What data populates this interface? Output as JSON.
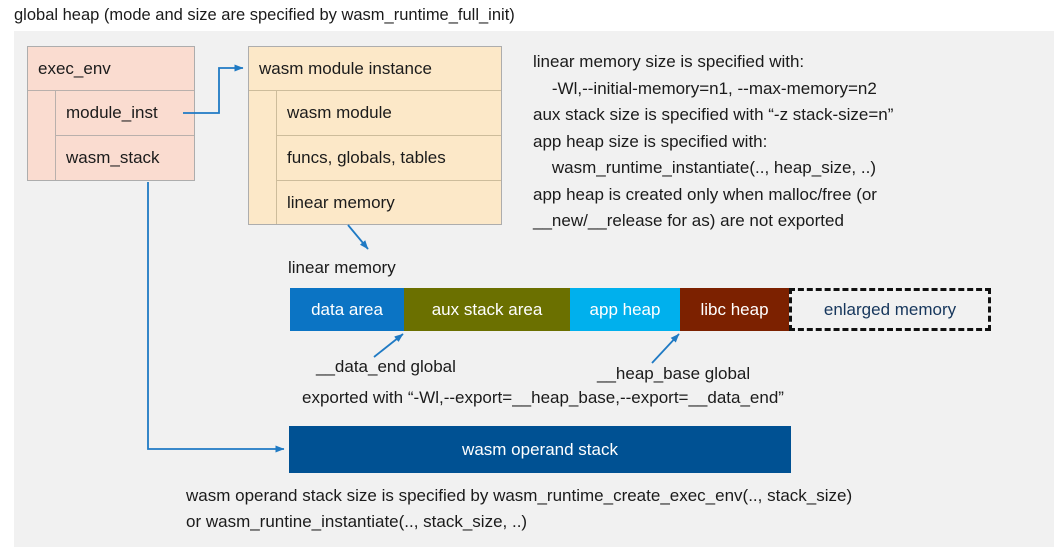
{
  "title": "global heap (mode and size are specified by wasm_runtime_full_init)",
  "exec_env": {
    "header": "exec_env",
    "rows": [
      {
        "label": "module_inst"
      },
      {
        "label": "wasm_stack"
      }
    ]
  },
  "module_instance": {
    "header": "wasm module instance",
    "rows": [
      {
        "label": "wasm module"
      },
      {
        "label": "funcs, globals, tables"
      },
      {
        "label": "linear memory"
      }
    ]
  },
  "right_note": "linear memory size is specified with:\n    -Wl,--initial-memory=n1, --max-memory=n2\naux stack size is specified with “-z stack-size=n”\napp heap size is specified with:\n    wasm_runtime_instantiate(.., heap_size, ..)\napp heap is created only when malloc/free (or\n__new/__release for as) are not exported",
  "linear_memory": {
    "label": "linear memory",
    "segments": [
      {
        "name": "data area",
        "color": "#0b74c4"
      },
      {
        "name": "aux stack area",
        "color": "#6b7000"
      },
      {
        "name": "app heap",
        "color": "#00b0ed"
      },
      {
        "name": "libc heap",
        "color": "#7c2100"
      },
      {
        "name": "enlarged memory",
        "color": "#f1f1f1"
      }
    ]
  },
  "annotations": {
    "data_end": "__data_end global",
    "heap_base": "__heap_base global",
    "exported": "exported with “-Wl,--export=__heap_base,--export=__data_end”"
  },
  "operand_stack": {
    "label": "wasm operand stack",
    "color": "#005193"
  },
  "bottom_note": "wasm operand stack size is specified by wasm_runtime_create_exec_env(.., stack_size)\nor wasm_runtine_instantiate(.., stack_size, ..)",
  "colors": {
    "panel_background": "#f1f1f1",
    "exec_env_fill": "#fadcd0",
    "module_instance_fill": "#fce8c8",
    "connector": "#1f7ac4"
  }
}
